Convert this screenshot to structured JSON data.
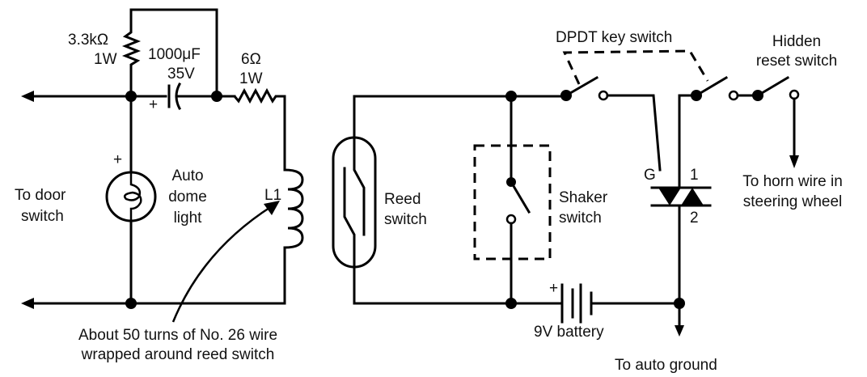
{
  "labels": {
    "r1_value": "3.3kΩ",
    "r1_power": "1W",
    "cap_value": "1000μF",
    "cap_voltage": "35V",
    "cap_polarity": "+",
    "r2_value": "6Ω",
    "r2_power": "1W",
    "lamp_polarity": "+",
    "lamp_line1": "Auto",
    "lamp_line2": "dome",
    "lamp_line3": "light",
    "door_line1": "To door",
    "door_line2": "switch",
    "inductor": "L1",
    "coil_note_line1": "About 50 turns of No. 26 wire",
    "coil_note_line2": "wrapped around reed switch",
    "reed_line1": "Reed",
    "reed_line2": "switch",
    "shaker_line1": "Shaker",
    "shaker_line2": "switch",
    "dpdt": "DPDT key switch",
    "hidden_line1": "Hidden",
    "hidden_line2": "reset switch",
    "triac_gate": "G",
    "triac_mt1": "1",
    "triac_mt2": "2",
    "horn_line1": "To horn wire in",
    "horn_line2": "steering wheel",
    "battery_polarity": "+",
    "battery": "9V battery",
    "ground": "To auto ground"
  }
}
